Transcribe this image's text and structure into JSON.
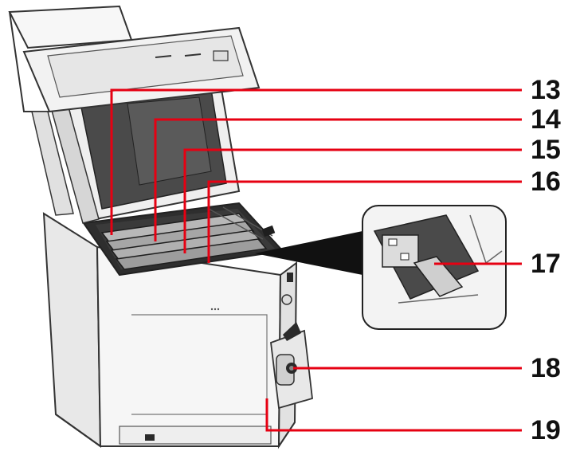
{
  "figure": {
    "subject": "multifunction printer with scanner and top cover open",
    "colors": {
      "callout_line": "#e60012",
      "callout_text": "#111111",
      "body": "#f4f4f4",
      "outline": "#333333",
      "dark_part": "#2a2a2a",
      "toner_gray": "#9a9a9a"
    }
  },
  "callouts": [
    {
      "number": "13"
    },
    {
      "number": "14"
    },
    {
      "number": "15"
    },
    {
      "number": "16"
    },
    {
      "number": "17"
    },
    {
      "number": "18"
    },
    {
      "number": "19"
    }
  ]
}
